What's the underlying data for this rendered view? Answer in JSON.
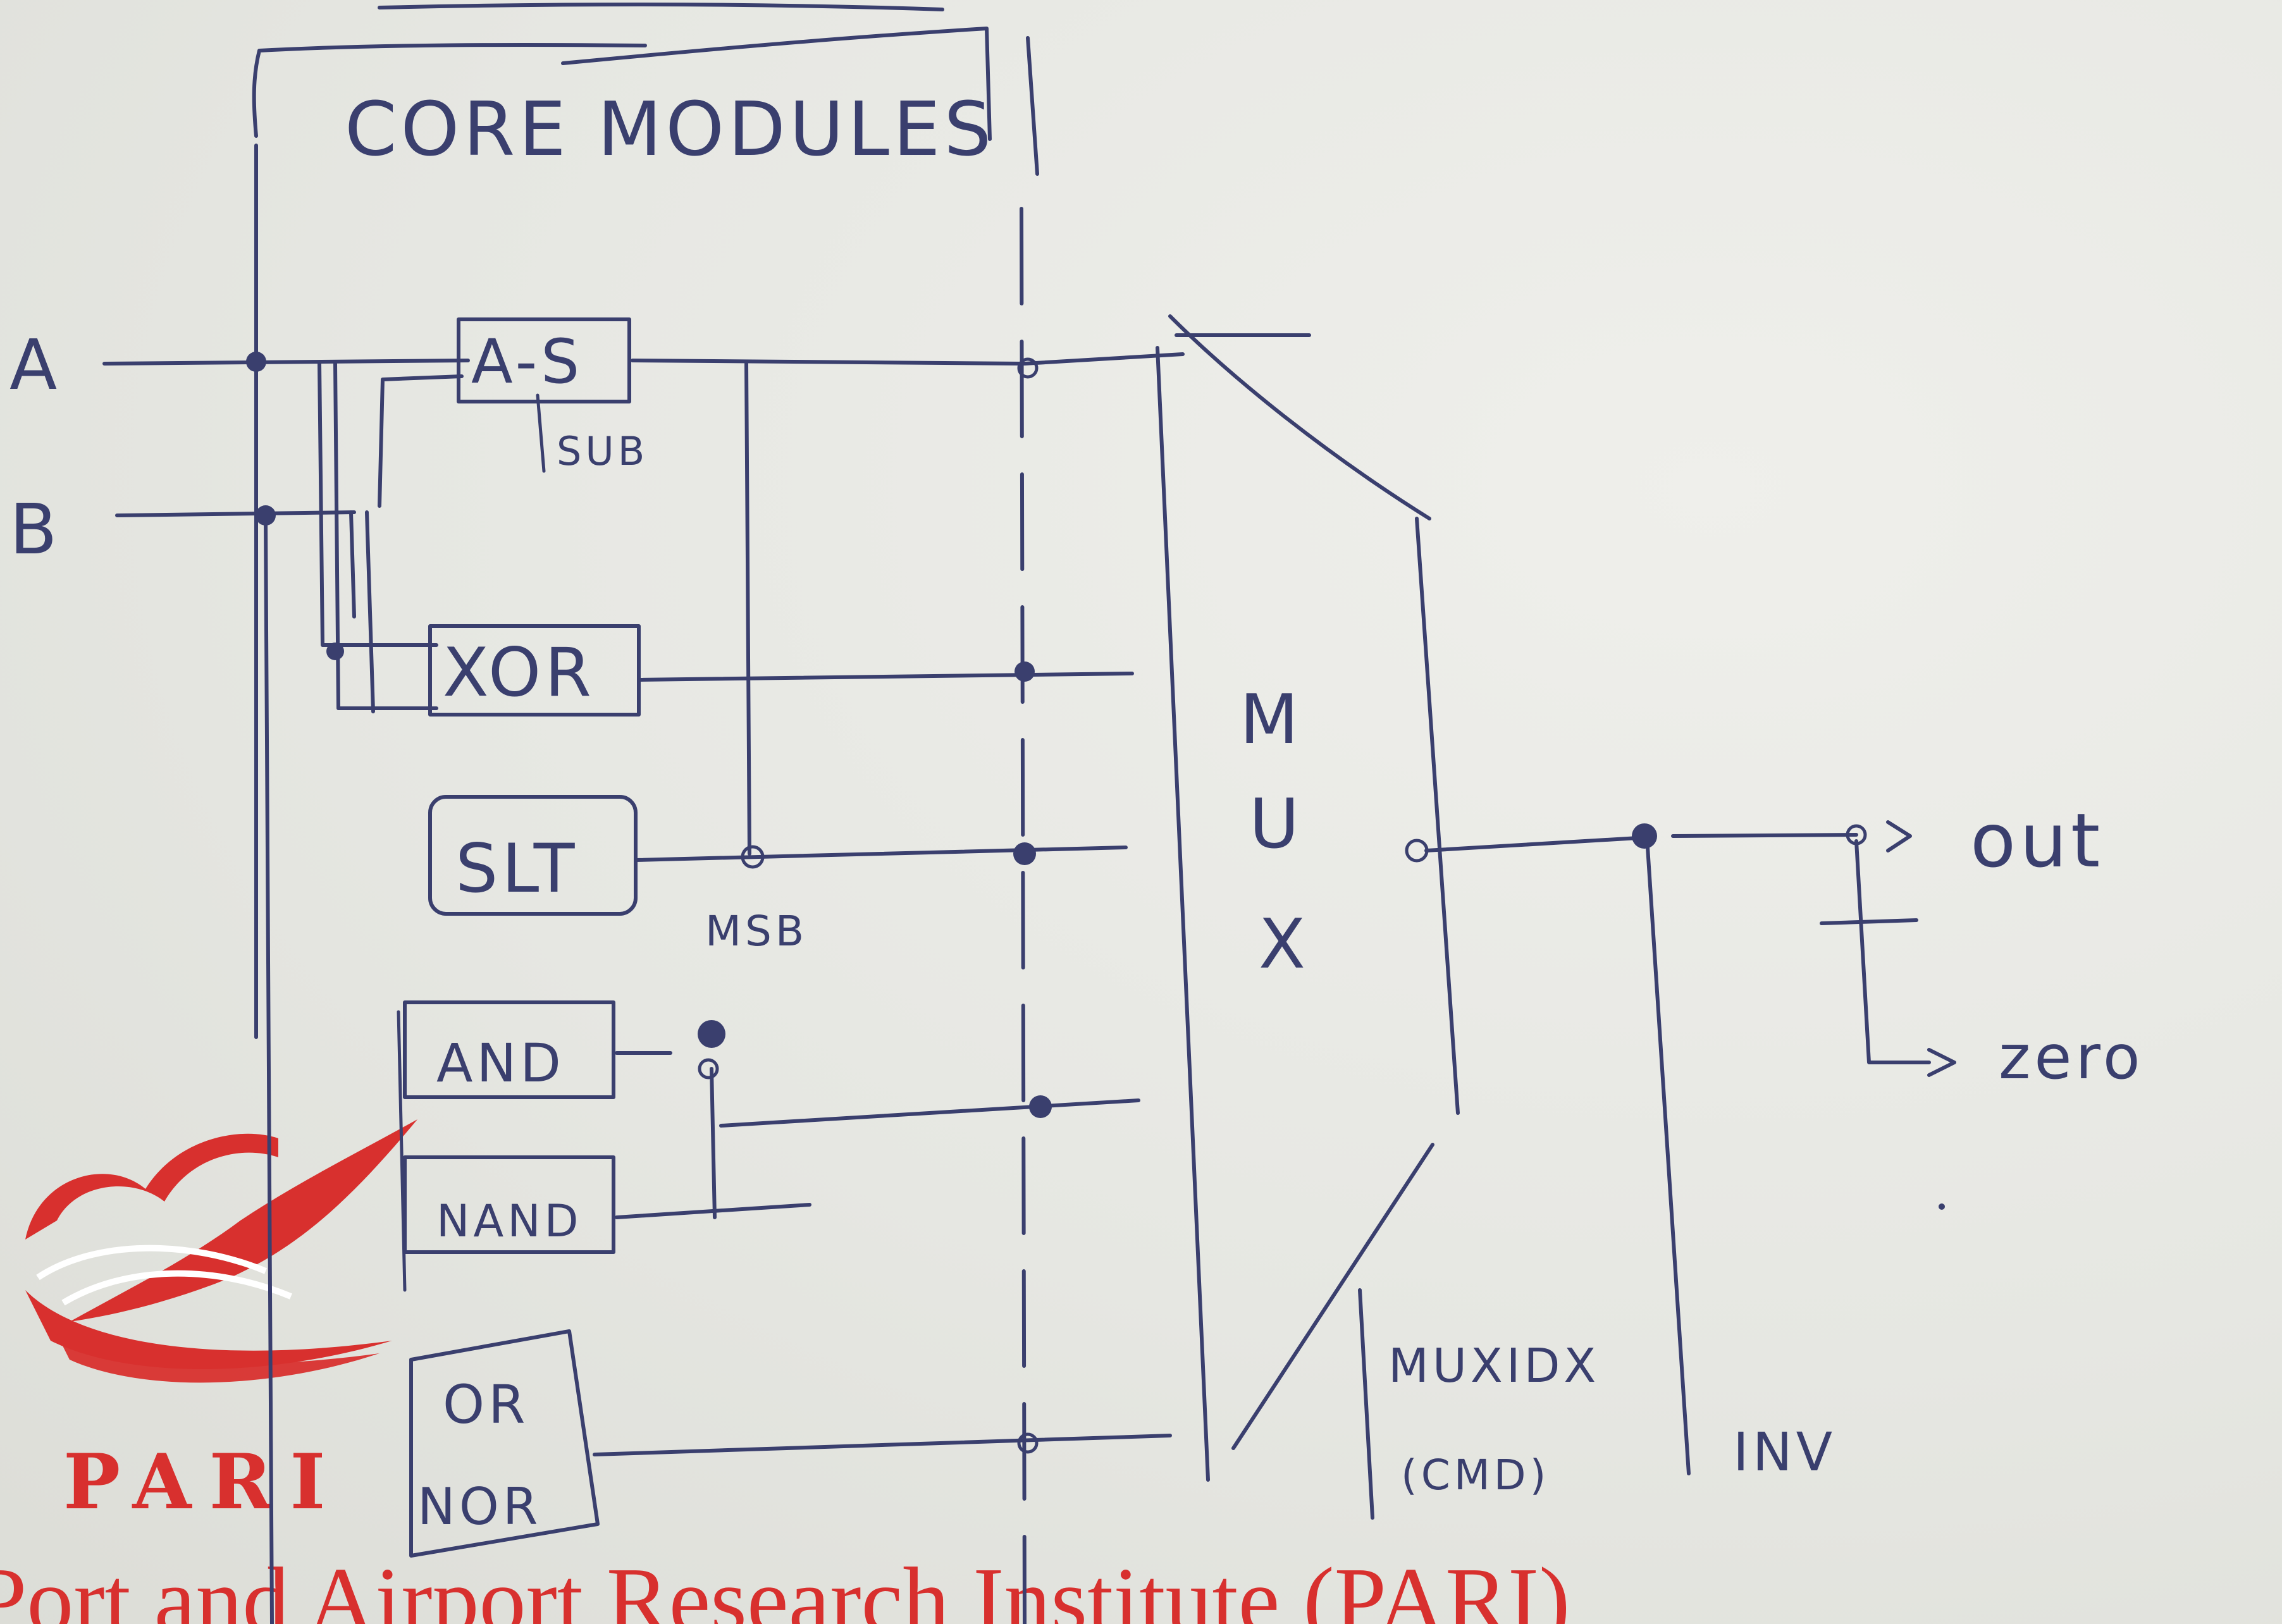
{
  "title": "CORE MODULES",
  "inputs": [
    "A",
    "B"
  ],
  "modules": [
    "A-S",
    "XOR",
    "SLT",
    "AND",
    "NAND",
    "OR",
    "NOR"
  ],
  "module_notes": {
    "sub": "SUB",
    "msb": "MSB"
  },
  "mux_letters": [
    "M",
    "U",
    "X"
  ],
  "outputs": {
    "out": "out",
    "zero": "zero"
  },
  "control_labels": {
    "muxidx": "MUXIDX",
    "cmd": "(CMD)",
    "inv": "INV"
  },
  "logo": {
    "mark": "PARI",
    "org_name": "Port and Airport Research Institute (PARI)"
  },
  "colors": {
    "ink": "#3a3f6e",
    "logo_red": "#d8302e",
    "paper": "#e8e9e4"
  }
}
